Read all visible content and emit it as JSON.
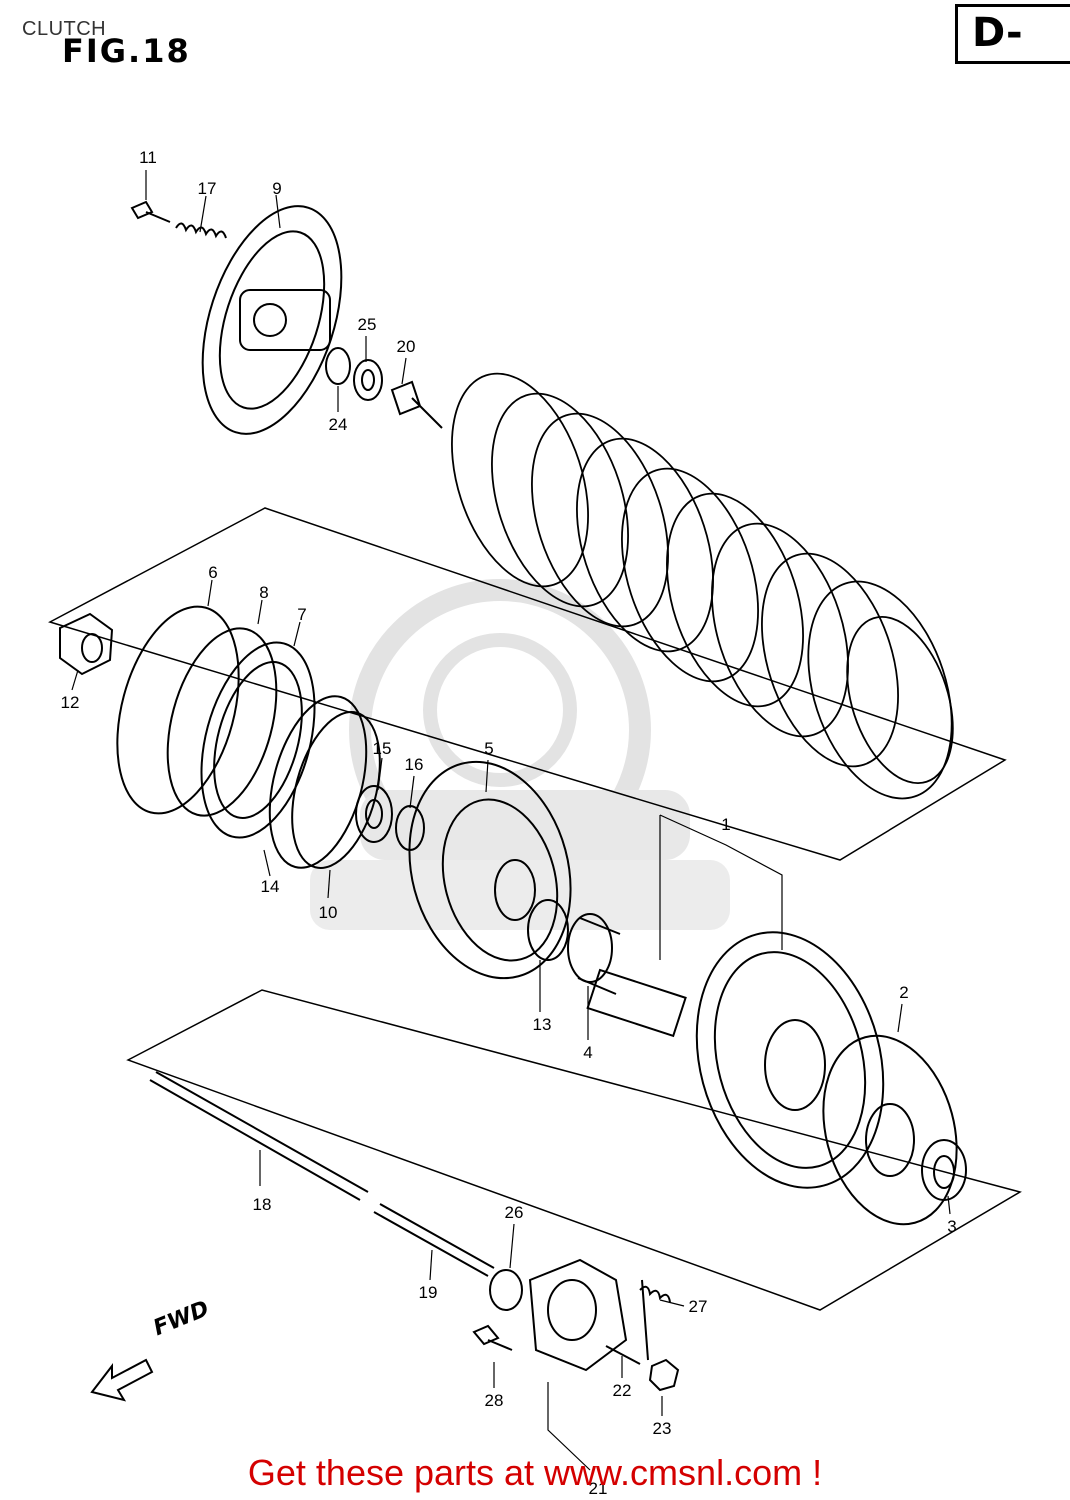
{
  "header": {
    "title": "CLUTCH"
  },
  "figure": {
    "label": "FIG.18",
    "section_code": "D-"
  },
  "callouts": [
    {
      "id": "c1",
      "text": "1"
    },
    {
      "id": "c2",
      "text": "2"
    },
    {
      "id": "c3",
      "text": "3"
    },
    {
      "id": "c4",
      "text": "4"
    },
    {
      "id": "c5",
      "text": "5"
    },
    {
      "id": "c6",
      "text": "6"
    },
    {
      "id": "c7",
      "text": "7"
    },
    {
      "id": "c8",
      "text": "8"
    },
    {
      "id": "c9",
      "text": "9"
    },
    {
      "id": "c10",
      "text": "10"
    },
    {
      "id": "c11",
      "text": "11"
    },
    {
      "id": "c12",
      "text": "12"
    },
    {
      "id": "c13",
      "text": "13"
    },
    {
      "id": "c14",
      "text": "14"
    },
    {
      "id": "c15",
      "text": "15"
    },
    {
      "id": "c16",
      "text": "16"
    },
    {
      "id": "c17",
      "text": "17"
    },
    {
      "id": "c18",
      "text": "18"
    },
    {
      "id": "c19",
      "text": "19"
    },
    {
      "id": "c20",
      "text": "20"
    },
    {
      "id": "c21",
      "text": "21"
    },
    {
      "id": "c22",
      "text": "22"
    },
    {
      "id": "c23",
      "text": "23"
    },
    {
      "id": "c24",
      "text": "24"
    },
    {
      "id": "c25",
      "text": "25"
    },
    {
      "id": "c26",
      "text": "26"
    },
    {
      "id": "c27",
      "text": "27"
    },
    {
      "id": "c28",
      "text": "28"
    }
  ],
  "direction": {
    "label": "FWD"
  },
  "footer": {
    "text": "Get these parts at www.cmsnl.com !"
  },
  "colors": {
    "footer": "#d40000",
    "line": "#000000",
    "watermark": "#e6e6e6"
  }
}
